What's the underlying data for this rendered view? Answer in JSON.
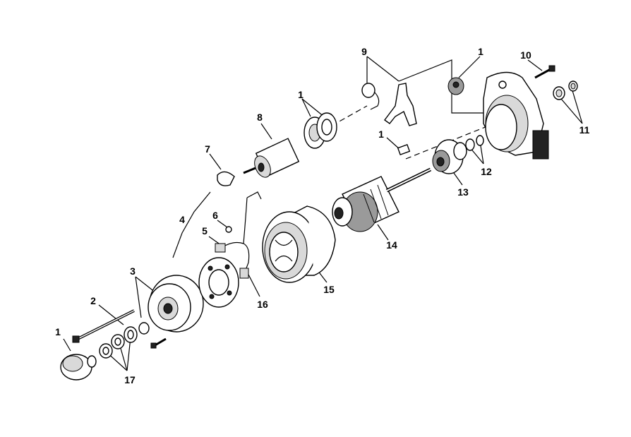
{
  "diagram": {
    "callouts": {
      "c1_endcap": "1",
      "c2": "2",
      "c3": "3",
      "c4": "4",
      "c5": "5",
      "c6": "6",
      "c7": "7",
      "c8": "8",
      "c1_gasket": "1",
      "c9": "9",
      "c1_grommet": "1",
      "c10": "10",
      "c11": "11",
      "c1_key": "1",
      "c12": "12",
      "c13": "13",
      "c14": "14",
      "c15": "15",
      "c16": "16",
      "c17": "17"
    }
  }
}
